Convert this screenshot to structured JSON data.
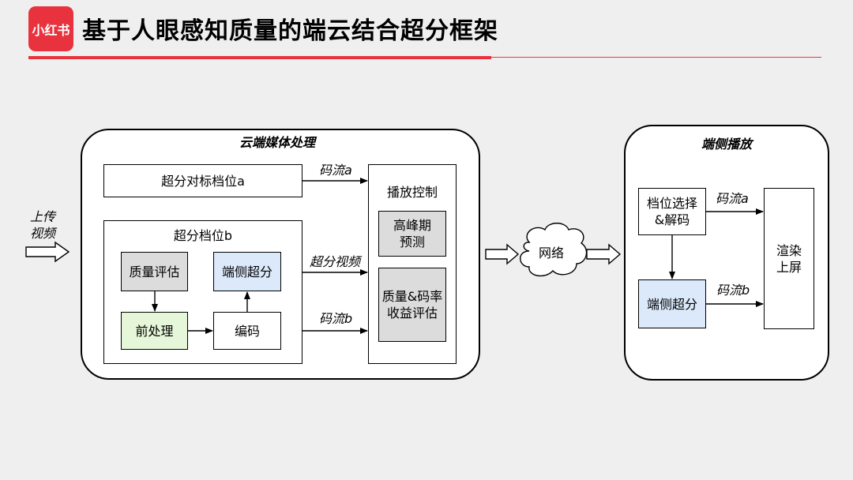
{
  "header": {
    "logo": "小红书",
    "title": "基于人眼感知质量的端云结合超分框架"
  },
  "left_input": [
    "上传",
    "视频"
  ],
  "cloud": {
    "title": "云端媒体处理",
    "tier_a": "超分对标档位a",
    "tier_b": {
      "title": "超分档位b",
      "quality_eval": "质量评估",
      "device_sr": "端侧超分",
      "preprocess": "前处理",
      "encode": "编码"
    },
    "play_control": {
      "title": "播放控制",
      "peak_predict": "高峰期\n预测",
      "benefit_eval": "质量&码率\n收益评估"
    },
    "streams": {
      "a": "码流a",
      "sr_video": "超分视频",
      "b": "码流b"
    }
  },
  "network": "网络",
  "device": {
    "title": "端侧播放",
    "select": "档位选择\n&解码",
    "sr": "端侧超分",
    "render": "渲染\n上屏",
    "stream_a": "码流a",
    "stream_b": "码流b"
  },
  "colors": {
    "brand_red": "#e8333f",
    "gray_box": "#dcdcdc",
    "blue_box": "#dbe9fb",
    "green_box": "#e6f7d9"
  }
}
